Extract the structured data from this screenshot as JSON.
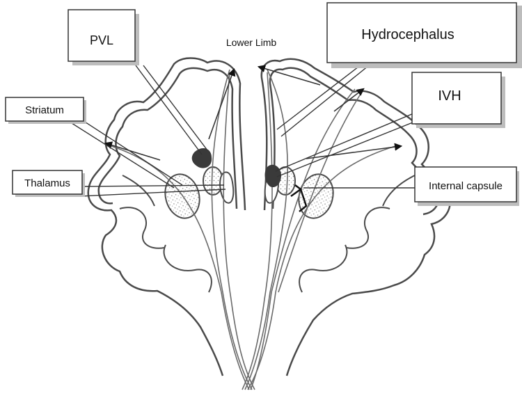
{
  "labels": {
    "pvl": "PVL",
    "lower_limb": "Lower Limb",
    "hydrocephalus": "Hydrocephalus",
    "ivh": "IVH",
    "striatum": "Striatum",
    "thalamus": "Thalamus",
    "internal_capsule": "Internal capsule"
  },
  "colors": {
    "outline": "#4a4a4a",
    "tract": "#6a6a6a",
    "lesion": "#3a3a3a",
    "box_shadow": "#bdbdbd"
  }
}
